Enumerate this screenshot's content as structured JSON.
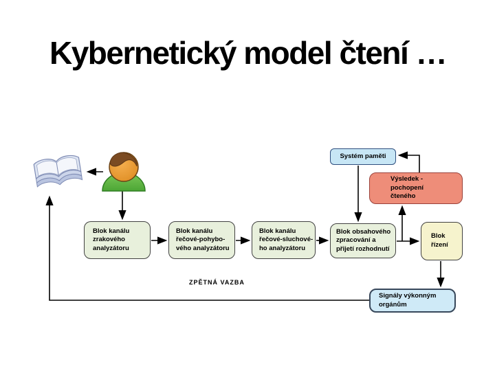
{
  "slide": {
    "title": "Kybernetický model čtení  …"
  },
  "diagram": {
    "nodes": {
      "memory": {
        "label": "Systém paměti"
      },
      "result": {
        "label": "Výsledek -\npochopení\nčteného"
      },
      "visual": {
        "label": "Blok kanálu\nzrakového\nanalyzátoru"
      },
      "speech_motor": {
        "label": "Blok kanálu\nřečové-pohybo-\nvého analyzátoru"
      },
      "speech_auditory js": null,
      "speech_auditory": {
        "label": "Blok kanálu\nřečové-sluchové-\nho analyzátoru"
      },
      "content": {
        "label": "Blok obsahového\nzpracování a\npřijetí rozhodnutí"
      },
      "control": {
        "label": "Blok\nřízení"
      },
      "signals": {
        "label": "Signály výkonným\norgánům"
      }
    },
    "labels": {
      "feedback": "ZPĚTNÁ VAZBA"
    },
    "icons": {
      "book": "open-book",
      "reader": "person"
    },
    "colors": {
      "green_fill": "#e8f0dc",
      "green_border": "#404040",
      "yellow_fill": "#f6f3cd",
      "yellow_border": "#404040",
      "red_fill": "#ee8d79",
      "red_border": "#99413a",
      "blue_fill": "#c7e6f5",
      "blue_border": "#2e4e7e",
      "blue2_fill": "#cfeaf7",
      "blue2_border": "#37475a",
      "line": "#000000"
    }
  }
}
